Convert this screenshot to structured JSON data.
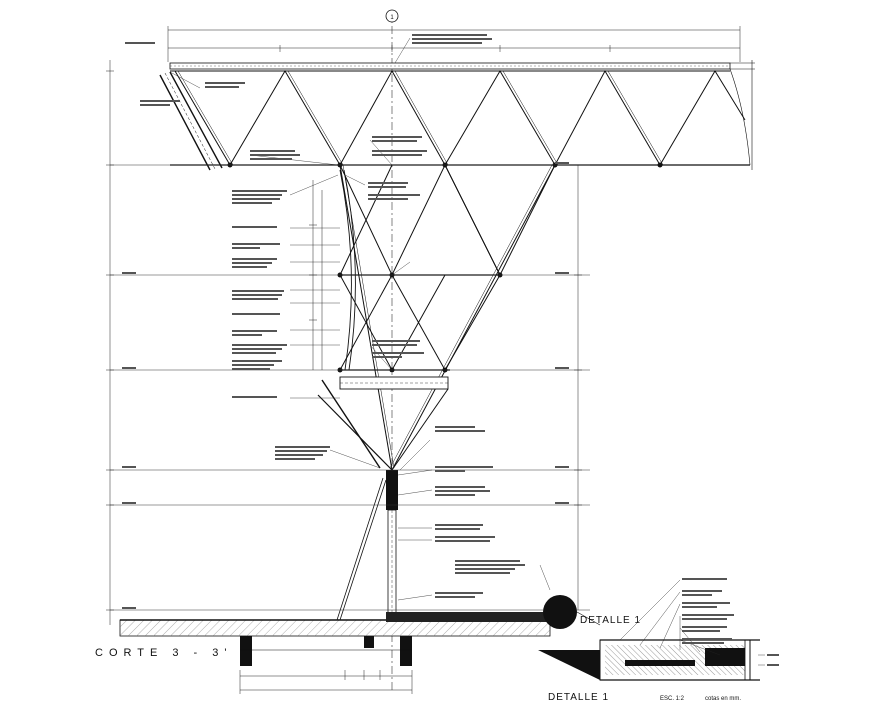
{
  "main_section": {
    "title": "CORTE  3 - 3'",
    "axis_marker": "1"
  },
  "detail": {
    "callout": "DETALLE 1",
    "title": "DETALLE 1",
    "scale": "ESC. 1:2",
    "units": "cotas en mm."
  },
  "colors": {
    "line": "#1a1a1a",
    "fill_dark": "#111111",
    "ground": "#444444"
  }
}
